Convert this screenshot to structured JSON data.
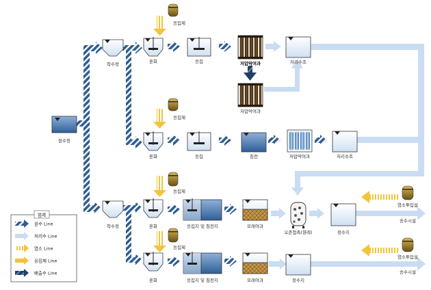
{
  "labels": {
    "raw_well": "원수정",
    "recv_top": "착수정",
    "recv_bottom": "착수정",
    "coag_1": "혼화",
    "coag_2": "혼화",
    "coag_3": "혼화",
    "coag_4": "혼화",
    "floc_1": "응집",
    "floc_2": "응집",
    "lp_filter_1": "저압막여과",
    "lp_filter_2": "저압막여과",
    "lp_filter_3": "저압막여과",
    "treated_1": "처리수조",
    "treated_2": "처리수조",
    "settling": "침전",
    "floc_settle_1": "응집지 및 침전지",
    "floc_settle_2": "응집지 및 침전지",
    "sand_1": "모래여과",
    "sand_2": "모래여과",
    "ozone": "오존접촉(향례)",
    "clear_1": "정수지",
    "clear_2": "정수지",
    "coagulant_1": "응집제",
    "coagulant_2": "응집제",
    "coagulant_3": "응집제",
    "coagulant_4": "응집제",
    "chlorine_1": "염소투입설",
    "chlorine_2": "염소투입설",
    "supply_1": "송수시설",
    "supply_2": "송수시설"
  },
  "legend": {
    "title": "범례",
    "items": [
      {
        "label": "원수 Line",
        "icon": "raw-water-arrow"
      },
      {
        "label": "처리수 Line",
        "icon": "treated-water-arrow"
      },
      {
        "label": "염소 Line",
        "icon": "chlorine-arrow"
      },
      {
        "label": "응집제 Line",
        "icon": "coagulant-arrow"
      },
      {
        "label": "배출수 Line",
        "icon": "discharge-arrow"
      }
    ]
  },
  "colors": {
    "raw": "#2e5d92",
    "treated": "#c9dcf2",
    "chlorine": "#f3c43a",
    "coagulant": "#f3c43a",
    "discharge": "#1f3f66",
    "water": "#4f7fb8",
    "water_light": "#dbe8f7",
    "drum": "#8a6a1a",
    "sand": "#c79a4a"
  }
}
